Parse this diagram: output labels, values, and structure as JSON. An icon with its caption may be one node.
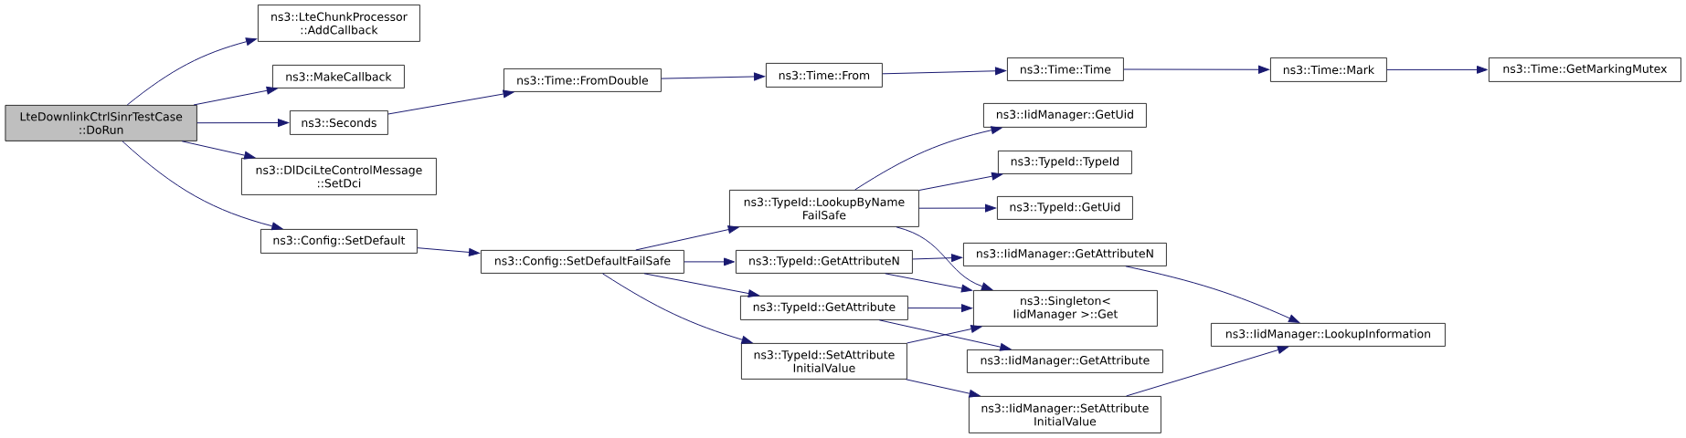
{
  "diagram": {
    "nodes": [
      {
        "text": [
          "LteDownlinkCtrlSinrTestCase ::DoRun"
        ]
      },
      {
        "text": [
          "ns3::LteChunkProcessor ::AddCallback"
        ]
      },
      {
        "text": [
          "ns3::MakeCallback"
        ]
      },
      {
        "text": [
          "ns3::Seconds"
        ]
      },
      {
        "text": [
          "ns3::DlDciLteControlMessage ::SetDci"
        ]
      },
      {
        "text": [
          "ns3::Config::SetDefault"
        ]
      },
      {
        "text": [
          "ns3::Time::FromDouble"
        ]
      },
      {
        "text": [
          "ns3::Time::From"
        ]
      },
      {
        "text": [
          "ns3::Time::Time"
        ]
      },
      {
        "text": [
          "ns3::Time::Mark"
        ]
      },
      {
        "text": [
          "ns3::Time::GetMarkingMutex"
        ]
      },
      {
        "text": [
          "ns3::Config::SetDefaultFailSafe"
        ]
      },
      {
        "text": [
          "ns3::TypeId::LookupByName FailSafe"
        ]
      },
      {
        "text": [
          "ns3::TypeId::GetAttributeN"
        ]
      },
      {
        "text": [
          "ns3::TypeId::GetAttribute"
        ]
      },
      {
        "text": [
          "ns3::TypeId::SetAttribute InitialValue"
        ]
      },
      {
        "text": [
          "ns3::IidManager::GetUid"
        ]
      },
      {
        "text": [
          "ns3::TypeId::TypeId"
        ]
      },
      {
        "text": [
          "ns3::TypeId::GetUid"
        ]
      },
      {
        "text": [
          "ns3::IidManager::GetAttributeN"
        ]
      },
      {
        "text": [
          "ns3::Singleton< IidManager >::Get"
        ]
      },
      {
        "text": [
          "ns3::IidManager::GetAttribute"
        ]
      },
      {
        "text": [
          "ns3::IidManager::SetAttribute InitialValue"
        ]
      },
      {
        "text": [
          "ns3::IidManager::LookupInformation"
        ]
      }
    ],
    "edges": [
      {
        "from": 0,
        "to": 1,
        "arrow": "to"
      },
      {
        "from": 0,
        "to": 2,
        "arrow": "to"
      },
      {
        "from": 0,
        "to": 3,
        "arrow": "to"
      },
      {
        "from": 0,
        "to": 4,
        "arrow": "to"
      },
      {
        "from": 0,
        "to": 5,
        "arrow": "to"
      },
      {
        "from": 3,
        "to": 6,
        "arrow": "to"
      },
      {
        "from": 6,
        "to": 7,
        "arrow": "to"
      },
      {
        "from": 7,
        "to": 8,
        "arrow": "to"
      },
      {
        "from": 8,
        "to": 9,
        "arrow": "to"
      },
      {
        "from": 9,
        "to": 10,
        "arrow": "to"
      },
      {
        "from": 5,
        "to": 11,
        "arrow": "to"
      },
      {
        "from": 11,
        "to": 12,
        "arrow": "to"
      },
      {
        "from": 11,
        "to": 13,
        "arrow": "to"
      },
      {
        "from": 11,
        "to": 14,
        "arrow": "to"
      },
      {
        "from": 11,
        "to": 15,
        "arrow": "to"
      },
      {
        "from": 12,
        "to": 16,
        "arrow": "to"
      },
      {
        "from": 12,
        "to": 17,
        "arrow": "to"
      },
      {
        "from": 12,
        "to": 18,
        "arrow": "to"
      },
      {
        "from": 12,
        "to": 20,
        "arrow": "to"
      },
      {
        "from": 13,
        "to": 19,
        "arrow": "to"
      },
      {
        "from": 13,
        "to": 20,
        "arrow": "to"
      },
      {
        "from": 14,
        "to": 20,
        "arrow": "to"
      },
      {
        "from": 14,
        "to": 21,
        "arrow": "to"
      },
      {
        "from": 15,
        "to": 20,
        "arrow": "to"
      },
      {
        "from": 15,
        "to": 22,
        "arrow": "to"
      },
      {
        "from": 19,
        "to": 23,
        "arrow": "to"
      },
      {
        "from": 22,
        "to": 23,
        "arrow": "to"
      }
    ]
  }
}
